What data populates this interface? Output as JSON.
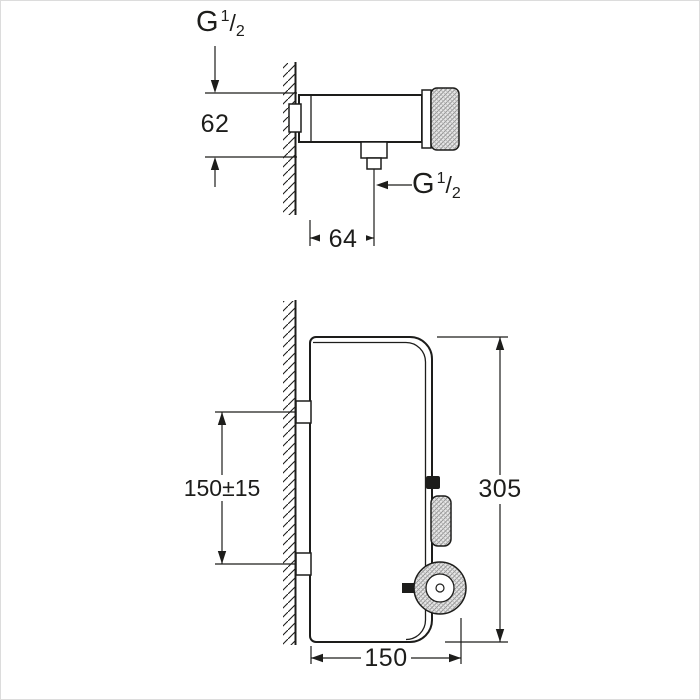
{
  "colors": {
    "line": "#1d1d1b",
    "background": "#ffffff"
  },
  "side_view": {
    "thread_label_inlet": {
      "base": "G",
      "numerator": "1",
      "slash": "/",
      "denominator": "2"
    },
    "dim_inlet_offset": "62",
    "thread_label_outlet": {
      "base": "G",
      "numerator": "1",
      "slash": "/",
      "denominator": "2"
    },
    "dim_projection": "64"
  },
  "front_view": {
    "dim_inlet_spacing": "150±15",
    "dim_overall_height": "305",
    "dim_width": "150"
  }
}
